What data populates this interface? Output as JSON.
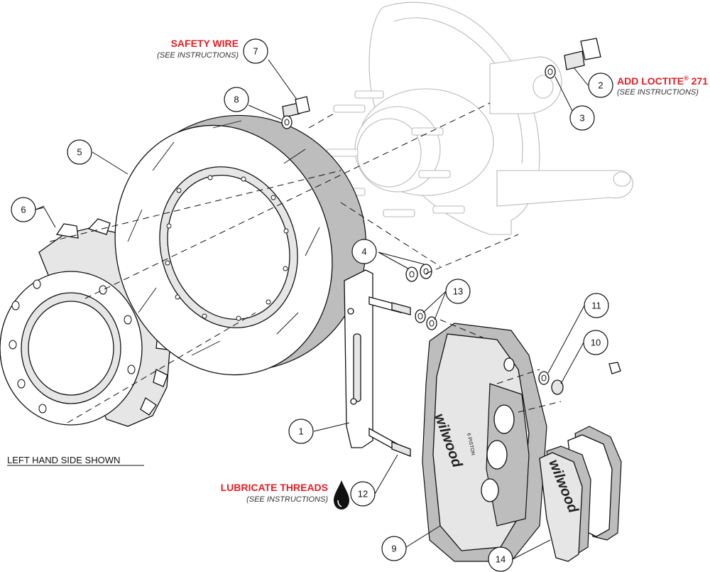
{
  "labels": {
    "safety_wire": "SAFETY WIRE",
    "safety_wire_note": "(SEE INSTRUCTIONS)",
    "add_loctite": "ADD LOCTITE",
    "add_loctite_sup": "®",
    "add_loctite_num": " 271",
    "add_loctite_note": "(SEE INSTRUCTIONS)",
    "lubricate": "LUBRICATE THREADS",
    "lubricate_note": "(SEE INSTRUCTIONS)",
    "footer": "LEFT HAND SIDE SHOWN",
    "brand_caliper": "wilwood",
    "brand_pad": "wilwood",
    "caliper_small": "6 PISTON"
  },
  "callouts": [
    "1",
    "2",
    "3",
    "4",
    "5",
    "6",
    "7",
    "8",
    "9",
    "10",
    "11",
    "12",
    "13",
    "14"
  ],
  "colors": {
    "accent": "#e31e24",
    "ink": "#111111",
    "ghost": "#b9b9b9"
  }
}
